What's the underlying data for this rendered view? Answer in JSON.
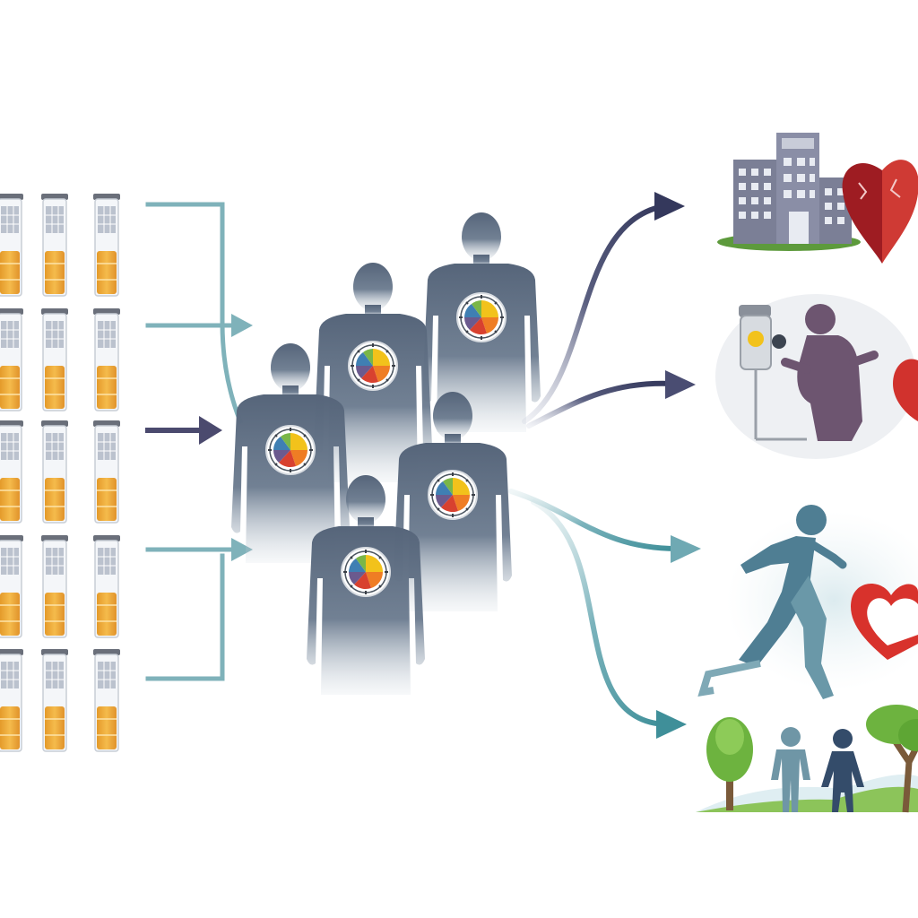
{
  "colors": {
    "background": "#ffffff",
    "teal_connector": "#6fa9b3",
    "dark_arrow": "#3f4468",
    "slate_figure": "#4e5d70",
    "gauge_green": "#7ab648",
    "gauge_yellow": "#f2c21b",
    "gauge_orange": "#ef7d24",
    "gauge_red": "#d8412f",
    "gauge_blue": "#3f7fb3",
    "gauge_purple": "#6b5a8e",
    "container_orange": "#eeaa3a",
    "building_gray": "#7b7f96",
    "heart_red": "#c0272d",
    "tree_green": "#6db33f"
  },
  "icons": {
    "left_column": "data-record-container-icon",
    "center": "patient-figure-icon",
    "chest_badge": "health-gauge-icon",
    "outcome_1": "hospital-building-icon",
    "outcome_1b": "diseased-heart-icon",
    "outcome_2": "iv-drip-icon",
    "outcome_2b": "patient-in-pain-icon",
    "outcome_3": "running-person-icon",
    "outcome_3b": "healthy-heart-icon",
    "outcome_4": "park-family-icon"
  },
  "layout_counts": {
    "container_rows": 5,
    "containers_per_row": 3,
    "patients": 5,
    "outcomes": 4
  }
}
